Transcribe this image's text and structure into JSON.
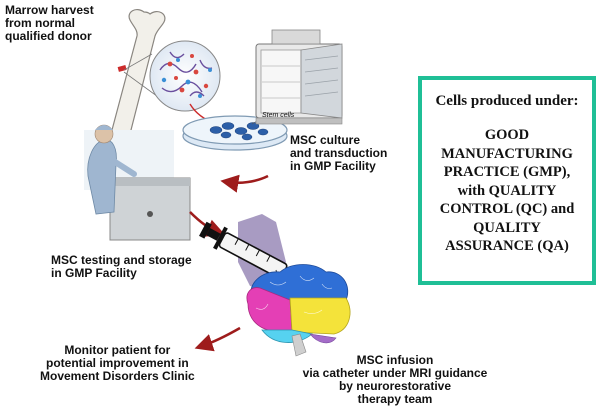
{
  "steps": {
    "harvest": "Marrow harvest\nfrom normal\nqualified donor",
    "culture": "MSC culture\nand transduction\nin GMP Facility",
    "testing": "MSC testing and storage\nin GMP Facility",
    "monitor": "Monitor patient for\npotential improvement in\nMovement Disorders Clinic",
    "infusion": "MSC infusion\nvia catheter under MRI guidance\nby neurorestorative\ntherapy team"
  },
  "dish_label": "Stem cells",
  "gmp_box": {
    "heading": "Cells produced under:",
    "body": "GOOD\nMANUFACTURING\nPRACTICE (GMP),\nwith QUALITY\nCONTROL (QC) and\nQUALITY\nASSURANCE (QA)"
  },
  "colors": {
    "box_border": "#1fbf96",
    "arrow": "#9e1c1c",
    "brain_blue": "#2f6fd6",
    "brain_magenta": "#e43fb5",
    "brain_yellow": "#f4e33a",
    "brain_cyan": "#56d2f0",
    "syringe_bg": "#a89bc2"
  },
  "icons": [
    "bone-icon",
    "marrow-cells-icon",
    "petri-dish-icon",
    "incubator-icon",
    "lab-technician-icon",
    "syringe-icon",
    "brain-icon"
  ]
}
